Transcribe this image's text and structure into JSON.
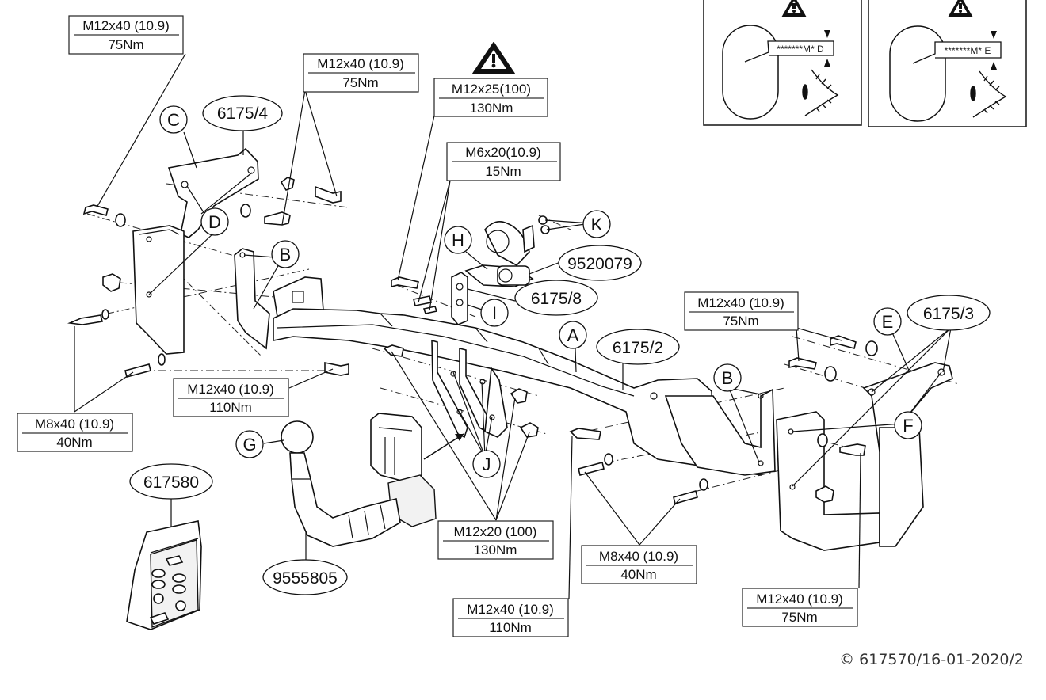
{
  "diagram": {
    "title": "Tow bar assembly exploded view",
    "copyright": "© 617570/16-01-2020/2",
    "warning_panels": [
      {
        "label_text": "*******M* D",
        "icon": "warning-triangle-icon",
        "eye_icon": "eye-icon"
      },
      {
        "label_text": "*******M* E",
        "icon": "warning-triangle-icon",
        "eye_icon": "eye-icon"
      }
    ],
    "spec_boxes": [
      {
        "id": "spec-c-bolt",
        "bolt": "M12x40 (10.9)",
        "torque": "75Nm"
      },
      {
        "id": "spec-c-bolts-right",
        "bolt": "M12x40 (10.9)",
        "torque": "75Nm"
      },
      {
        "id": "spec-h-bolt",
        "bolt": "M12x25(100)",
        "torque": "130Nm",
        "warning": true
      },
      {
        "id": "spec-socket-bolt",
        "bolt": "M6x20(10.9)",
        "torque": "15Nm"
      },
      {
        "id": "spec-e-bolts",
        "bolt": "M12x40 (10.9)",
        "torque": "75Nm"
      },
      {
        "id": "spec-left-crossbar-bolt",
        "bolt": "M12x40 (10.9)",
        "torque": "110Nm"
      },
      {
        "id": "spec-left-m8",
        "bolt": "M8x40 (10.9)",
        "torque": "40Nm"
      },
      {
        "id": "spec-j-bolts",
        "bolt": "M12x20 (100)",
        "torque": "130Nm"
      },
      {
        "id": "spec-right-m8",
        "bolt": "M8x40 (10.9)",
        "torque": "40Nm"
      },
      {
        "id": "spec-right-crossbar-bolt",
        "bolt": "M12x40 (10.9)",
        "torque": "110Nm"
      },
      {
        "id": "spec-f-bolt",
        "bolt": "M12x40 (10.9)",
        "torque": "75Nm"
      }
    ],
    "letter_callouts": [
      "A",
      "B",
      "B",
      "C",
      "D",
      "E",
      "F",
      "G",
      "H",
      "I",
      "J",
      "K"
    ],
    "part_numbers": [
      "6175/4",
      "6175/8",
      "9520079",
      "6175/2",
      "6175/3",
      "617580",
      "9555805"
    ]
  }
}
